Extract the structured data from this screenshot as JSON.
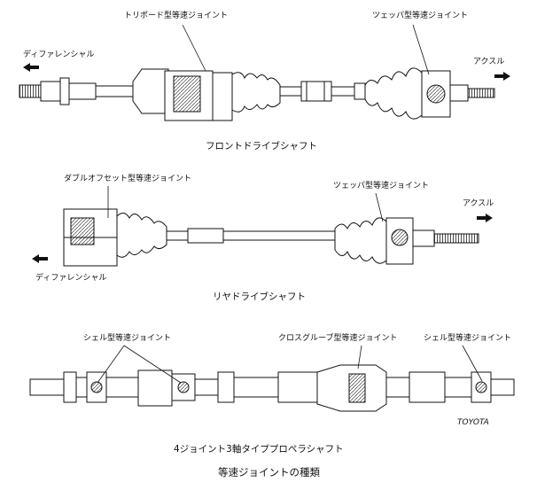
{
  "figure_title": "等速ジョイントの種類",
  "brand": "TOYOTA",
  "panels": [
    {
      "caption": "フロントドライブシャフト",
      "labels": {
        "joint_left": "トリポード型等速ジョイント",
        "joint_right": "ツェッパ型等速ジョイント",
        "differential": "ディファレンシャル",
        "axle": "アクスル"
      }
    },
    {
      "caption": "リヤドライブシャフト",
      "labels": {
        "joint_left": "ダブルオフセット型等速ジョイント",
        "joint_right": "ツェッパ型等速ジョイント",
        "differential": "ディファレンシャル",
        "axle": "アクスル"
      }
    },
    {
      "caption": "4ジョイント3軸タイププロペラシャフト",
      "labels": {
        "joint_left": "シェル型等速ジョイント",
        "joint_middle": "クロスグルーブ型等速ジョイント",
        "joint_right": "シェル型等速ジョイント"
      }
    }
  ]
}
